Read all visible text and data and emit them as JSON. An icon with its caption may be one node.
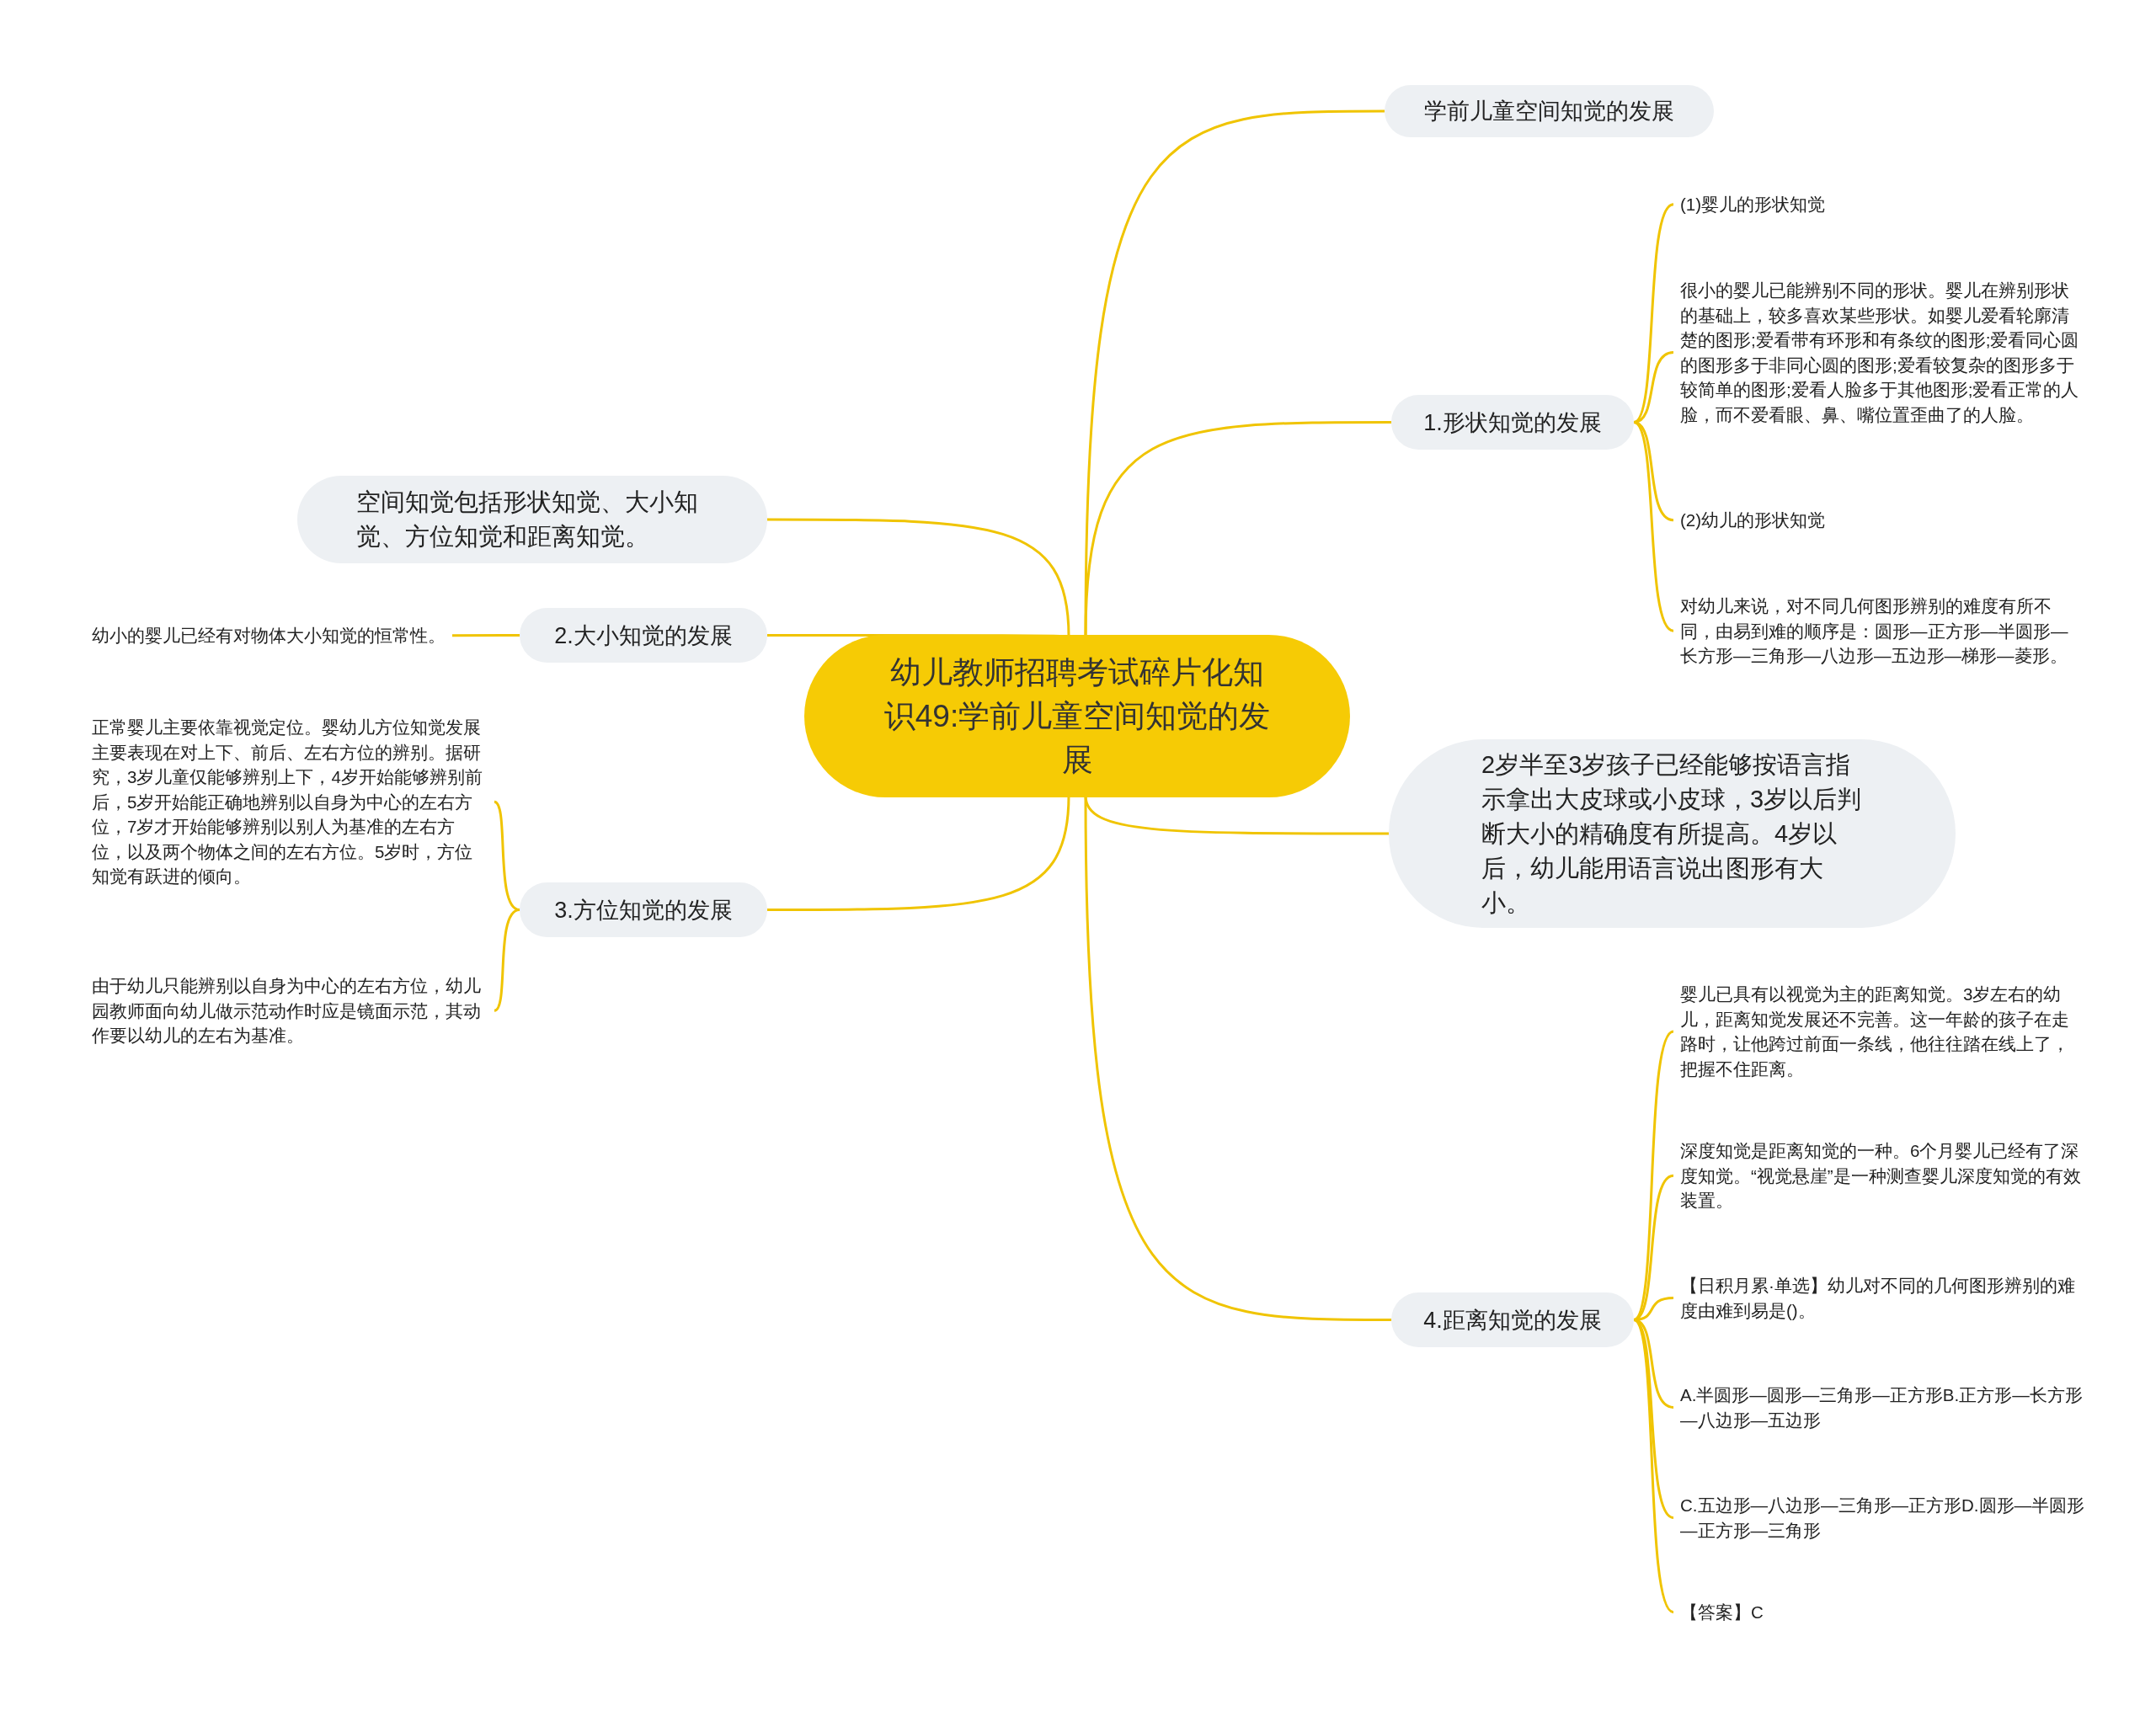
{
  "diagram": {
    "nodes": [
      {
        "text": [
          "幼儿教师招聘考试碎片化知识49:学前儿童空间知觉的发展"
        ]
      },
      {
        "text": [
          "学前儿童空间知觉的发展"
        ]
      },
      {
        "text": [
          "1.形状知觉的发展"
        ]
      },
      {
        "text": [
          "(1)婴儿的形状知觉"
        ]
      },
      {
        "text": [
          "很小的婴儿已能辨别不同的形状。婴儿在辨别形状的基础上，较多喜欢某些形状。如婴儿爱看轮廓清楚的图形;爱看带有环形和有条纹的图形;爱看同心圆的图形多于非同心圆的图形;爱看较复杂的图形多于较简单的图形;爱看人脸多于其他图形;爱看正常的人脸，而不爱看眼、鼻、嘴位置歪曲了的人脸。"
        ]
      },
      {
        "text": [
          "(2)幼儿的形状知觉"
        ]
      },
      {
        "text": [
          "对幼儿来说，对不同几何图形辨别的难度有所不同，由易到难的顺序是：圆形—正方形—半圆形—长方形—三角形—八边形—五边形—梯形—菱形。"
        ]
      },
      {
        "text": [
          "2岁半至3岁孩子已经能够按语言指示拿出大皮球或小皮球，3岁以后判断大小的精确度有所提高。4岁以后，幼儿能用语言说出图形有大小。"
        ]
      },
      {
        "text": [
          "4.距离知觉的发展"
        ]
      },
      {
        "text": [
          "婴儿已具有以视觉为主的距离知觉。3岁左右的幼儿，距离知觉发展还不完善。这一年龄的孩子在走路时，让他跨过前面一条线，他往往踏在线上了，把握不住距离。"
        ]
      },
      {
        "text": [
          "深度知觉是距离知觉的一种。6个月婴儿已经有了深度知觉。“视觉悬崖”是一种测查婴儿深度知觉的有效装置。"
        ]
      },
      {
        "text": [
          "【日积月累·单选】幼儿对不同的几何图形辨别的难度由难到易是()。"
        ]
      },
      {
        "text": [
          "A.半圆形—圆形—三角形—正方形B.正方形—长方形—八边形—五边形"
        ]
      },
      {
        "text": [
          "C.五边形—八边形—三角形—正方形D.圆形—半圆形—正方形—三角形"
        ]
      },
      {
        "text": [
          "【答案】C"
        ]
      },
      {
        "text": [
          "空间知觉包括形状知觉、大小知觉、方位知觉和距离知觉。"
        ]
      },
      {
        "text": [
          "2.大小知觉的发展"
        ]
      },
      {
        "text": [
          "幼小的婴儿已经有对物体大小知觉的恒常性。"
        ]
      },
      {
        "text": [
          "3.方位知觉的发展"
        ]
      },
      {
        "text": [
          "正常婴儿主要依靠视觉定位。婴幼儿方位知觉发展主要表现在对上下、前后、左右方位的辨别。据研究，3岁儿童仅能够辨别上下，4岁开始能够辨别前后，5岁开始能正确地辨别以自身为中心的左右方位，7岁才开始能够辨别以别人为基准的左右方位，以及两个物体之间的左右方位。5岁时，方位知觉有跃进的倾向。"
        ]
      },
      {
        "text": [
          "由于幼儿只能辨别以自身为中心的左右方位，幼儿园教师面向幼儿做示范动作时应是镜面示范，其动作要以幼儿的左右为基准。"
        ]
      }
    ],
    "edges": [
      {
        "from": 0,
        "to": 1,
        "arrow": "none"
      },
      {
        "from": 0,
        "to": 2,
        "arrow": "none"
      },
      {
        "from": 2,
        "to": 3,
        "arrow": "none"
      },
      {
        "from": 2,
        "to": 4,
        "arrow": "none"
      },
      {
        "from": 2,
        "to": 5,
        "arrow": "none"
      },
      {
        "from": 2,
        "to": 6,
        "arrow": "none"
      },
      {
        "from": 0,
        "to": 7,
        "arrow": "none"
      },
      {
        "from": 0,
        "to": 8,
        "arrow": "none"
      },
      {
        "from": 8,
        "to": 9,
        "arrow": "none"
      },
      {
        "from": 8,
        "to": 10,
        "arrow": "none"
      },
      {
        "from": 8,
        "to": 11,
        "arrow": "none"
      },
      {
        "from": 8,
        "to": 12,
        "arrow": "none"
      },
      {
        "from": 8,
        "to": 13,
        "arrow": "none"
      },
      {
        "from": 8,
        "to": 14,
        "arrow": "none"
      },
      {
        "from": 0,
        "to": 15,
        "arrow": "none"
      },
      {
        "from": 0,
        "to": 16,
        "arrow": "none"
      },
      {
        "from": 16,
        "to": 17,
        "arrow": "none"
      },
      {
        "from": 0,
        "to": 18,
        "arrow": "none"
      },
      {
        "from": 18,
        "to": 19,
        "arrow": "none"
      },
      {
        "from": 18,
        "to": 20,
        "arrow": "none"
      }
    ]
  }
}
